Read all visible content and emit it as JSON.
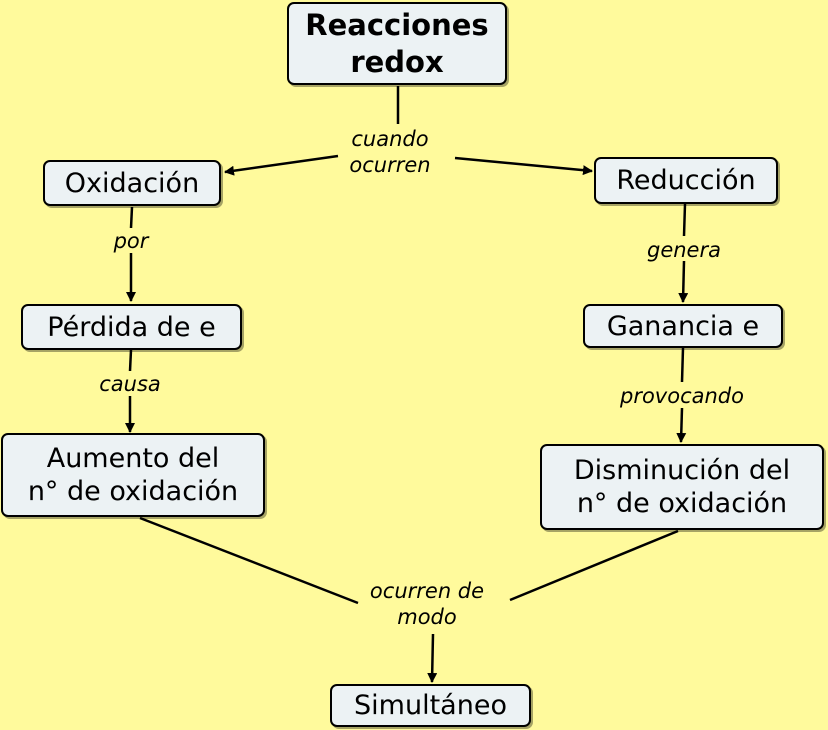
{
  "colors": {
    "background": "#FFFA9C",
    "node_fill": "#ECF2F4",
    "stroke": "#000000"
  },
  "concepts": {
    "reacciones_redox": "Reacciones\nredox",
    "oxidacion": "Oxidación",
    "reduccion": "Reducción",
    "perdida": "Pérdida de e",
    "ganancia": "Ganancia e",
    "aumento": "Aumento del\nn° de oxidación",
    "disminucion": "Disminución del\nn° de oxidación",
    "simultaneo": "Simultáneo"
  },
  "linking_phrases": {
    "cuando_ocurren": "cuando\nocurren",
    "por": "por",
    "genera": "genera",
    "causa": "causa",
    "provocando": "provocando",
    "ocurren_de_modo": "ocurren de\nmodo"
  },
  "connections": [
    {
      "from": "reacciones_redox",
      "via": "cuando_ocurren",
      "to": [
        "oxidacion",
        "reduccion"
      ]
    },
    {
      "from": "oxidacion",
      "via": "por",
      "to": [
        "perdida"
      ]
    },
    {
      "from": "perdida",
      "via": "causa",
      "to": [
        "aumento"
      ]
    },
    {
      "from": "reduccion",
      "via": "genera",
      "to": [
        "ganancia"
      ]
    },
    {
      "from": "ganancia",
      "via": "provocando",
      "to": [
        "disminucion"
      ]
    },
    {
      "from": "aumento",
      "via": "ocurren_de_modo",
      "to": [
        "simultaneo"
      ]
    },
    {
      "from": "disminucion",
      "via": "ocurren_de_modo",
      "to": [
        "simultaneo"
      ]
    }
  ]
}
